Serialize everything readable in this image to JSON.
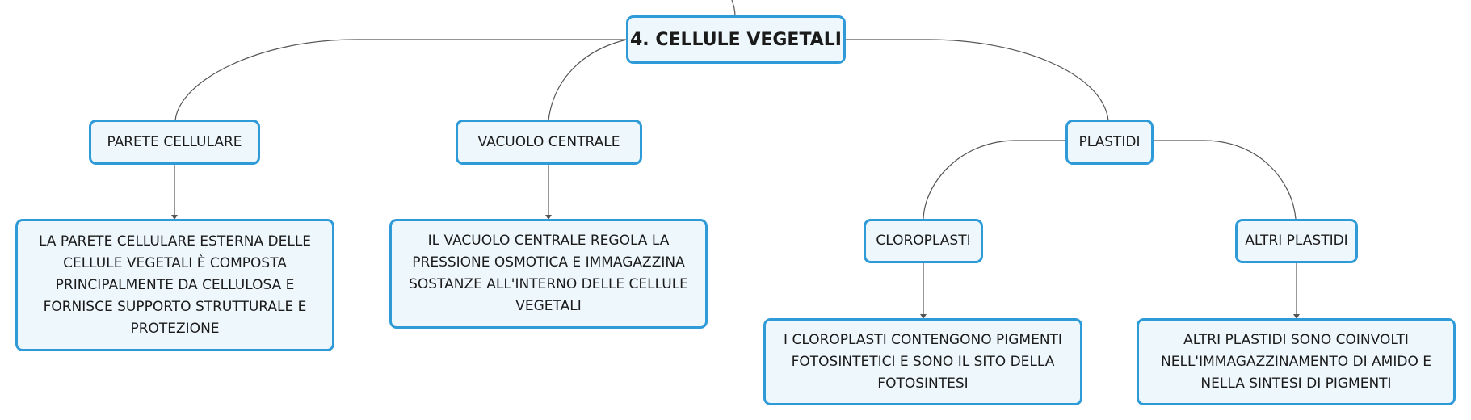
{
  "diagram": {
    "root": {
      "label": "4. CELLULE VEGETALI"
    },
    "branches": [
      {
        "label": "PARETE CELLULARE",
        "description": "LA PARETE CELLULARE ESTERNA DELLE CELLULE VEGETALI È COMPOSTA PRINCIPALMENTE DA CELLULOSA E FORNISCE SUPPORTO STRUTTURALE E PROTEZIONE"
      },
      {
        "label": "VACUOLO CENTRALE",
        "description": "IL VACUOLO CENTRALE REGOLA LA PRESSIONE OSMOTICA E IMMAGAZZINA SOSTANZE ALL'INTERNO DELLE CELLULE VEGETALI"
      },
      {
        "label": "PLASTIDI",
        "children": [
          {
            "label": "CLOROPLASTI",
            "description": "I CLOROPLASTI CONTENGONO PIGMENTI FOTOSINTETICI E SONO IL SITO DELLA FOTOSINTESI"
          },
          {
            "label": "ALTRI PLASTIDI",
            "description": "ALTRI PLASTIDI SONO COINVOLTI NELL'IMMAGAZZINAMENTO DI AMIDO E NELLA SINTESI DI PIGMENTI"
          }
        ]
      }
    ]
  },
  "colors": {
    "node_border": "#2f9ad8",
    "node_fill": "#eef7fc",
    "connector": "#555555"
  }
}
